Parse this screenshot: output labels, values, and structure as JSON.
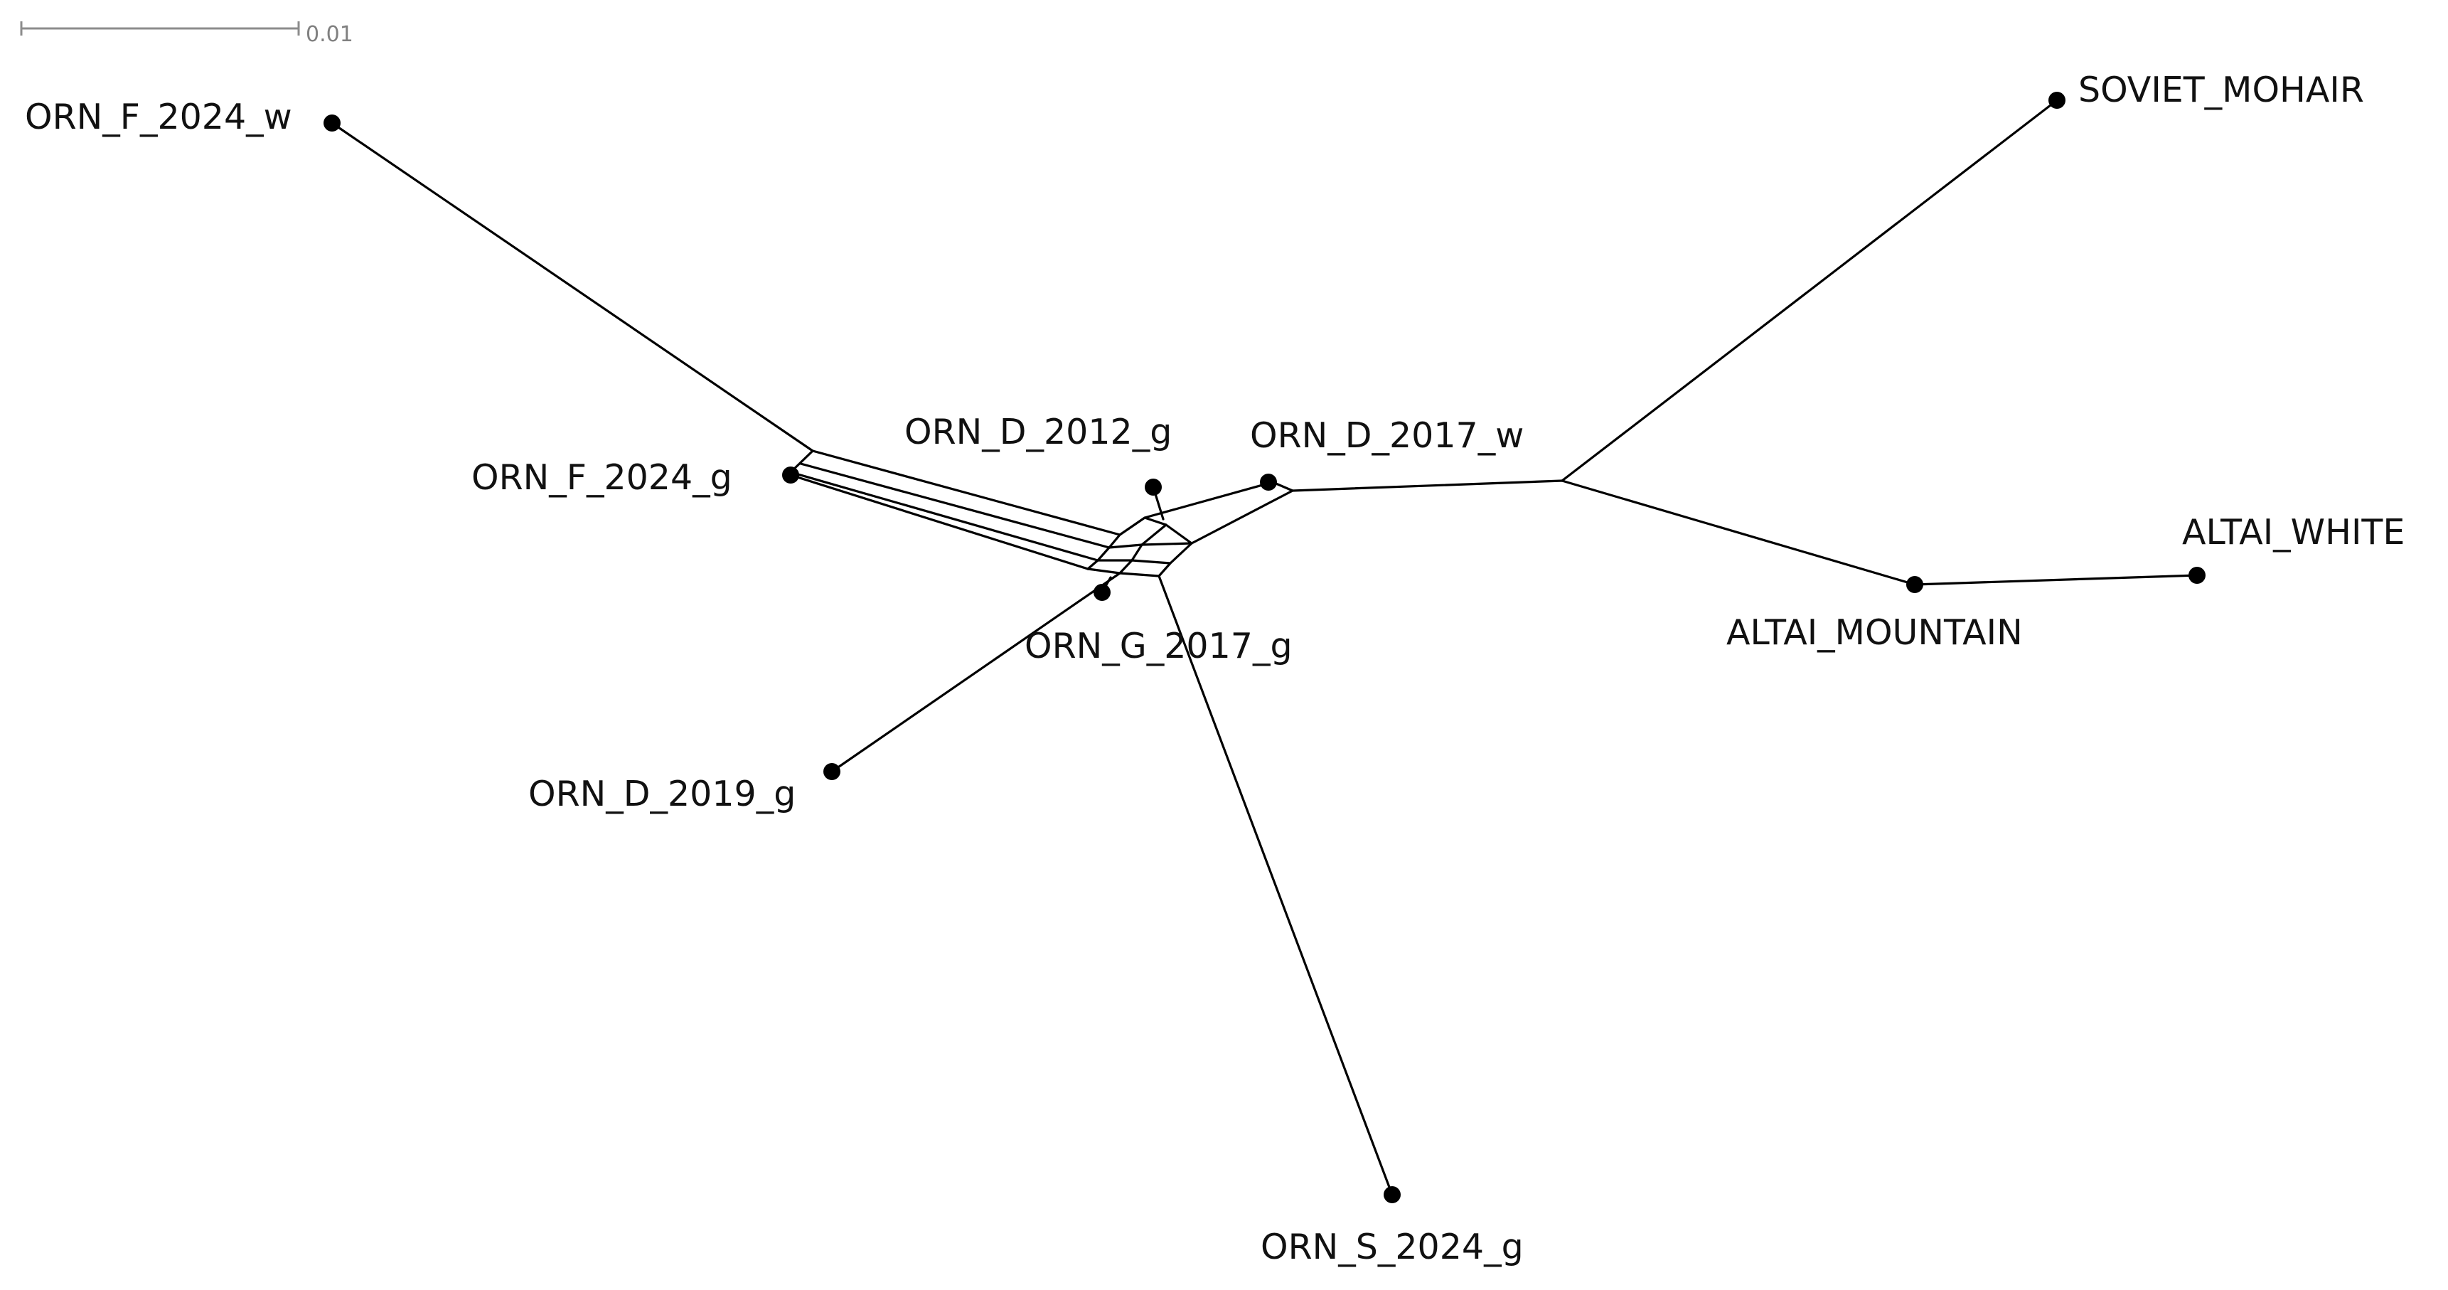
{
  "scale_bar": {
    "label": "0.01"
  },
  "taxa": [
    {
      "id": "orn_f_2024_w",
      "label": "ORN_F_2024_w"
    },
    {
      "id": "orn_f_2024_g",
      "label": "ORN_F_2024_g"
    },
    {
      "id": "orn_d_2012_g",
      "label": "ORN_D_2012_g"
    },
    {
      "id": "orn_d_2017_w",
      "label": "ORN_D_2017_w"
    },
    {
      "id": "orn_g_2017_g",
      "label": "ORN_G_2017_g"
    },
    {
      "id": "orn_d_2019_g",
      "label": "ORN_D_2019_g"
    },
    {
      "id": "orn_s_2024_g",
      "label": "ORN_S_2024_g"
    },
    {
      "id": "soviet_mohair",
      "label": "SOVIET_MOHAIR"
    },
    {
      "id": "altai_mountain",
      "label": "ALTAI_MOUNTAIN"
    },
    {
      "id": "altai_white",
      "label": "ALTAI_WHITE"
    }
  ]
}
